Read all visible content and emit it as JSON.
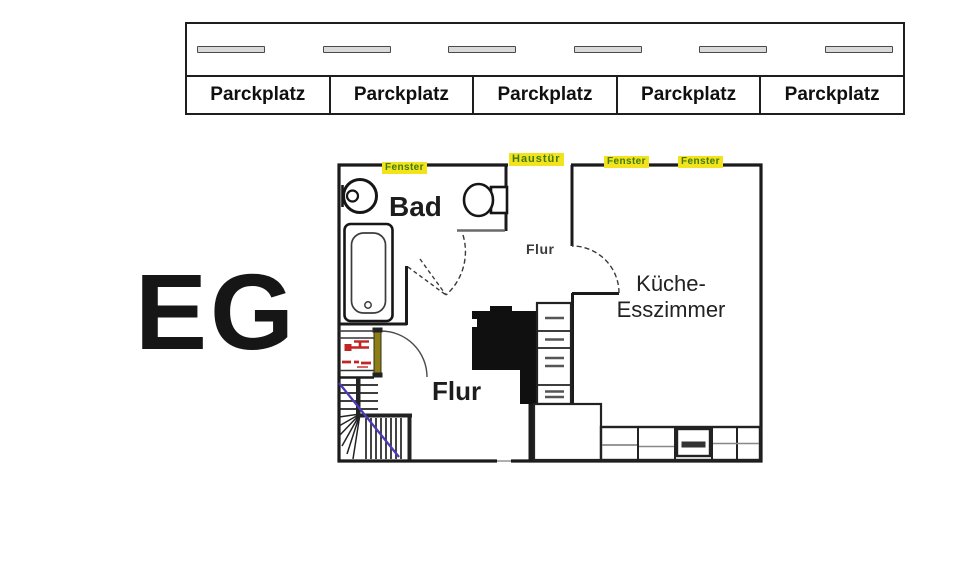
{
  "floor_label": "EG",
  "parking": {
    "stalls": [
      "Parckplatz",
      "Parckplatz",
      "Parckplatz",
      "Parckplatz",
      "Parckplatz"
    ],
    "lane_dash_count": 6
  },
  "plan": {
    "rooms": {
      "bad": "Bad",
      "flur_small": "Flur",
      "flur_main": "Flur",
      "kitchen_line1": "Küche-",
      "kitchen_line2": "Esszimmer"
    },
    "openings": {
      "front_door": "Haustür",
      "window_left": "Fenster",
      "window_mid": "Fenster",
      "window_right": "Fenster"
    },
    "icons": {
      "washbasin": "circle-basin-with-tap",
      "toilet": "oval-bowl-with-cistern",
      "bathtub": "rounded-rect-tub",
      "chimney": "solid-black-block",
      "drawers": "drawer-stack",
      "counter": "kitchen-counter-row",
      "stairs": "winder-staircase",
      "boiler": "red-fixture-symbol"
    },
    "colors": {
      "wall": "#1b1b1b",
      "label_highlight": "#f2e31d",
      "label_text": "#3f7a12",
      "stair_direction_line": "#4b3ab5",
      "fixture_red": "#c32525",
      "closet_door": "#8d7d17"
    }
  }
}
